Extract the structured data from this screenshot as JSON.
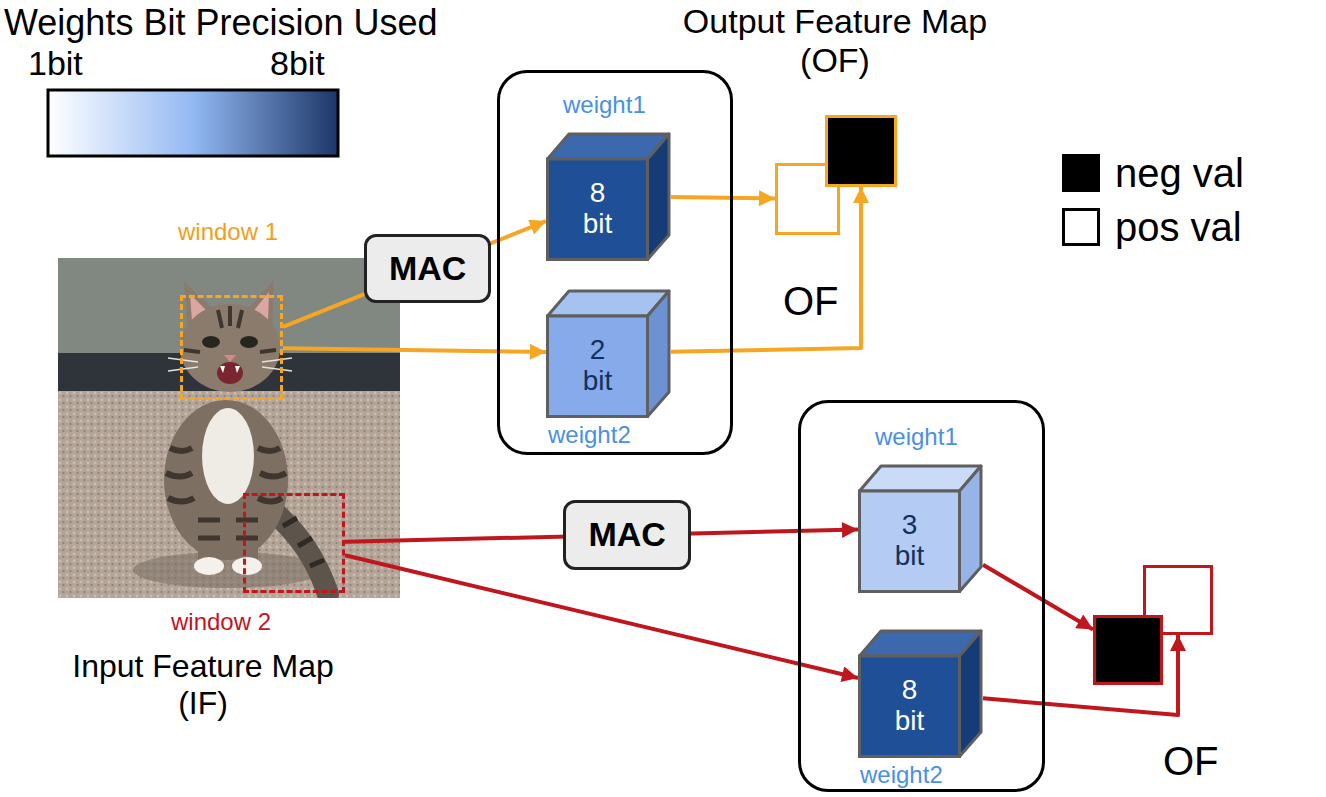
{
  "diagram": {
    "nodes": [
      {
        "text": [
          "Input Feature Map (IF)"
        ]
      },
      {
        "text": [
          "window 1"
        ],
        "in": 0
      },
      {
        "text": [
          "window 2"
        ],
        "in": 0
      },
      {
        "text": []
      },
      {
        "text": [
          "weight1",
          "8 bit"
        ],
        "in": 3
      },
      {
        "text": [
          "2 bit",
          "weight2"
        ],
        "in": 3
      },
      {
        "text": []
      },
      {
        "text": []
      },
      {
        "text": []
      },
      {
        "text": [
          "weight1",
          "3 bit"
        ],
        "in": 8
      },
      {
        "text": [
          "8 bit",
          "weight2"
        ],
        "in": 8
      },
      {
        "text": []
      },
      {
        "text": []
      }
    ],
    "edges": [
      {
        "from": 1,
        "to": 4,
        "arrow": "to",
        "label": "MAC"
      },
      {
        "from": 1,
        "to": 5,
        "arrow": "to"
      },
      {
        "from": 4,
        "to": 6,
        "arrow": "to"
      },
      {
        "from": 5,
        "to": 7,
        "arrow": "to"
      },
      {
        "from": 2,
        "to": 9,
        "arrow": "to",
        "label": "MAC"
      },
      {
        "from": 2,
        "to": 10,
        "arrow": "to"
      },
      {
        "from": 9,
        "to": 11,
        "arrow": "to"
      },
      {
        "from": 10,
        "to": 12,
        "arrow": "to"
      }
    ],
    "labels": [
      "Weights Bit Precision Used",
      "1bit",
      "8bit",
      "Output Feature Map (OF)",
      "OF",
      "OF"
    ],
    "legend": [
      {
        "text": "neg val",
        "color": "#000000"
      },
      {
        "text": "pos val",
        "color": "#ffffff"
      }
    ]
  }
}
